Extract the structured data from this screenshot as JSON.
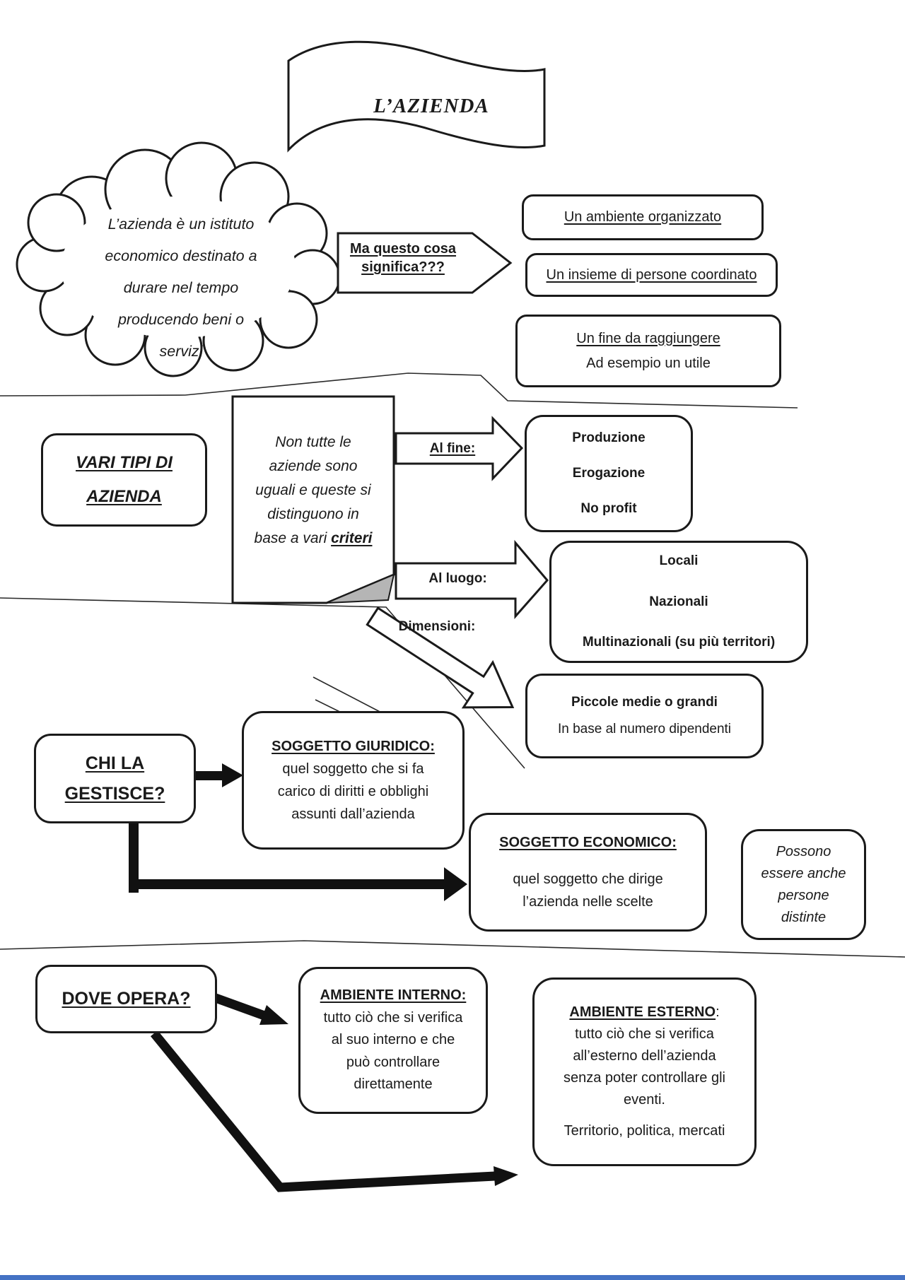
{
  "banner": {
    "title": "L’AZIENDA"
  },
  "cloud": {
    "lines": [
      "L’azienda è un istituto",
      "economico destinato a",
      "durare nel tempo",
      "producendo beni o",
      "servizi"
    ]
  },
  "question_arrow": {
    "label": "Ma questo cosa significa???"
  },
  "answers": {
    "box1": "Un ambiente organizzato",
    "box2": "Un insieme di persone coordinato",
    "box3_title": "Un fine da raggiungere",
    "box3_subtitle": "Ad esempio un utile"
  },
  "tipi": {
    "heading": "VARI TIPI DI AZIENDA",
    "note_lines": [
      "Non tutte le",
      "aziende sono",
      "uguali e queste si",
      "distinguono in"
    ],
    "note_last_prefix": "base a vari ",
    "note_highlight": "criteri",
    "fine_label": "Al fine:",
    "fine_items": [
      "Produzione",
      "Erogazione",
      "No profit"
    ],
    "luogo_label": "Al luogo:",
    "luogo_items": [
      "Locali",
      "Nazionali",
      "Multinazionali (su più territori)"
    ],
    "dim_label": "Dimensioni:",
    "dim_title": "Piccole medie o grandi",
    "dim_subtitle": "In base al numero dipendenti"
  },
  "gestione": {
    "heading": "CHI LA GESTISCE?",
    "giuridico_title": "SOGGETTO GIURIDICO:",
    "giuridico_body": "quel soggetto che si fa carico di diritti e obblighi assunti dall’azienda",
    "economico_title": "SOGGETTO ECONOMICO:",
    "economico_body": "quel soggetto che dirige l’azienda nelle scelte",
    "nota": "Possono essere anche persone distinte"
  },
  "opera": {
    "heading": "DOVE OPERA?",
    "interno_title": "AMBIENTE INTERNO:",
    "interno_body": "tutto ciò che si verifica al suo interno e che può controllare direttamente",
    "esterno_title": "AMBIENTE ESTERNO",
    "esterno_body": ": tutto ciò che si verifica all’esterno dell’azienda senza poter controllare gli eventi.",
    "esterno_examples": "Territorio, politica, mercati"
  },
  "colors": {
    "ink": "#1a1a1a",
    "fold": "#b5b5b5",
    "bottom_bar": "#4472c4"
  }
}
